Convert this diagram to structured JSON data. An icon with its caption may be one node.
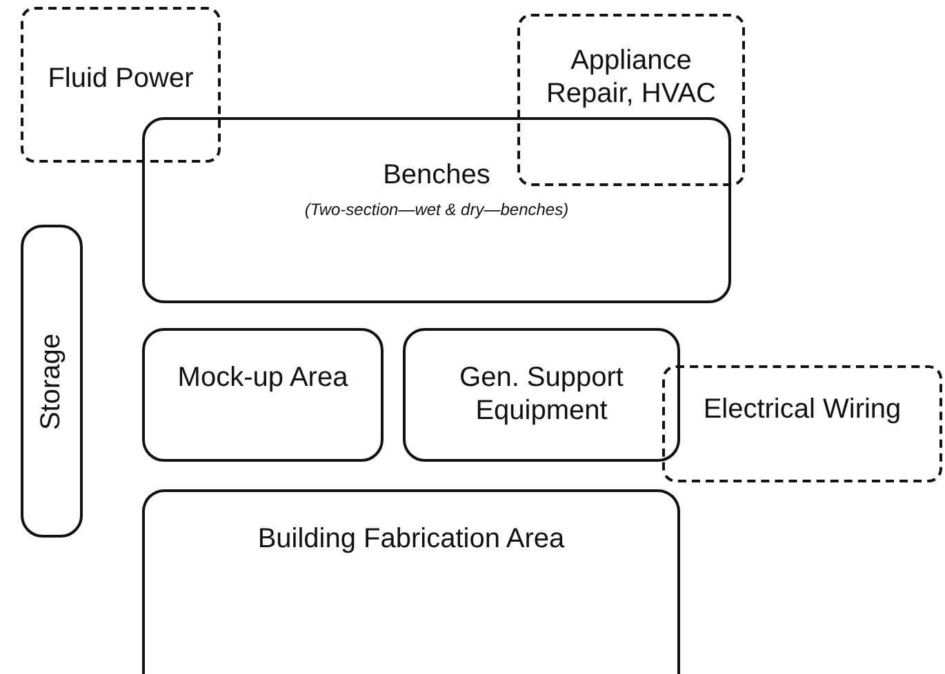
{
  "diagram": {
    "nodes": [
      {
        "text": [
          "Fluid Power"
        ]
      },
      {
        "text": [
          "Appliance Repair, HVAC"
        ]
      },
      {
        "text": [
          "Benches",
          "(Two-section—wet & dry—benches)"
        ]
      },
      {
        "text": [
          "Storage"
        ]
      },
      {
        "text": [
          "Mock-up Area"
        ]
      },
      {
        "text": [
          "Gen. Support Equipment"
        ]
      },
      {
        "text": [
          "Electrical Wiring"
        ]
      },
      {
        "text": [
          "Building Fabrication Area"
        ]
      }
    ]
  }
}
